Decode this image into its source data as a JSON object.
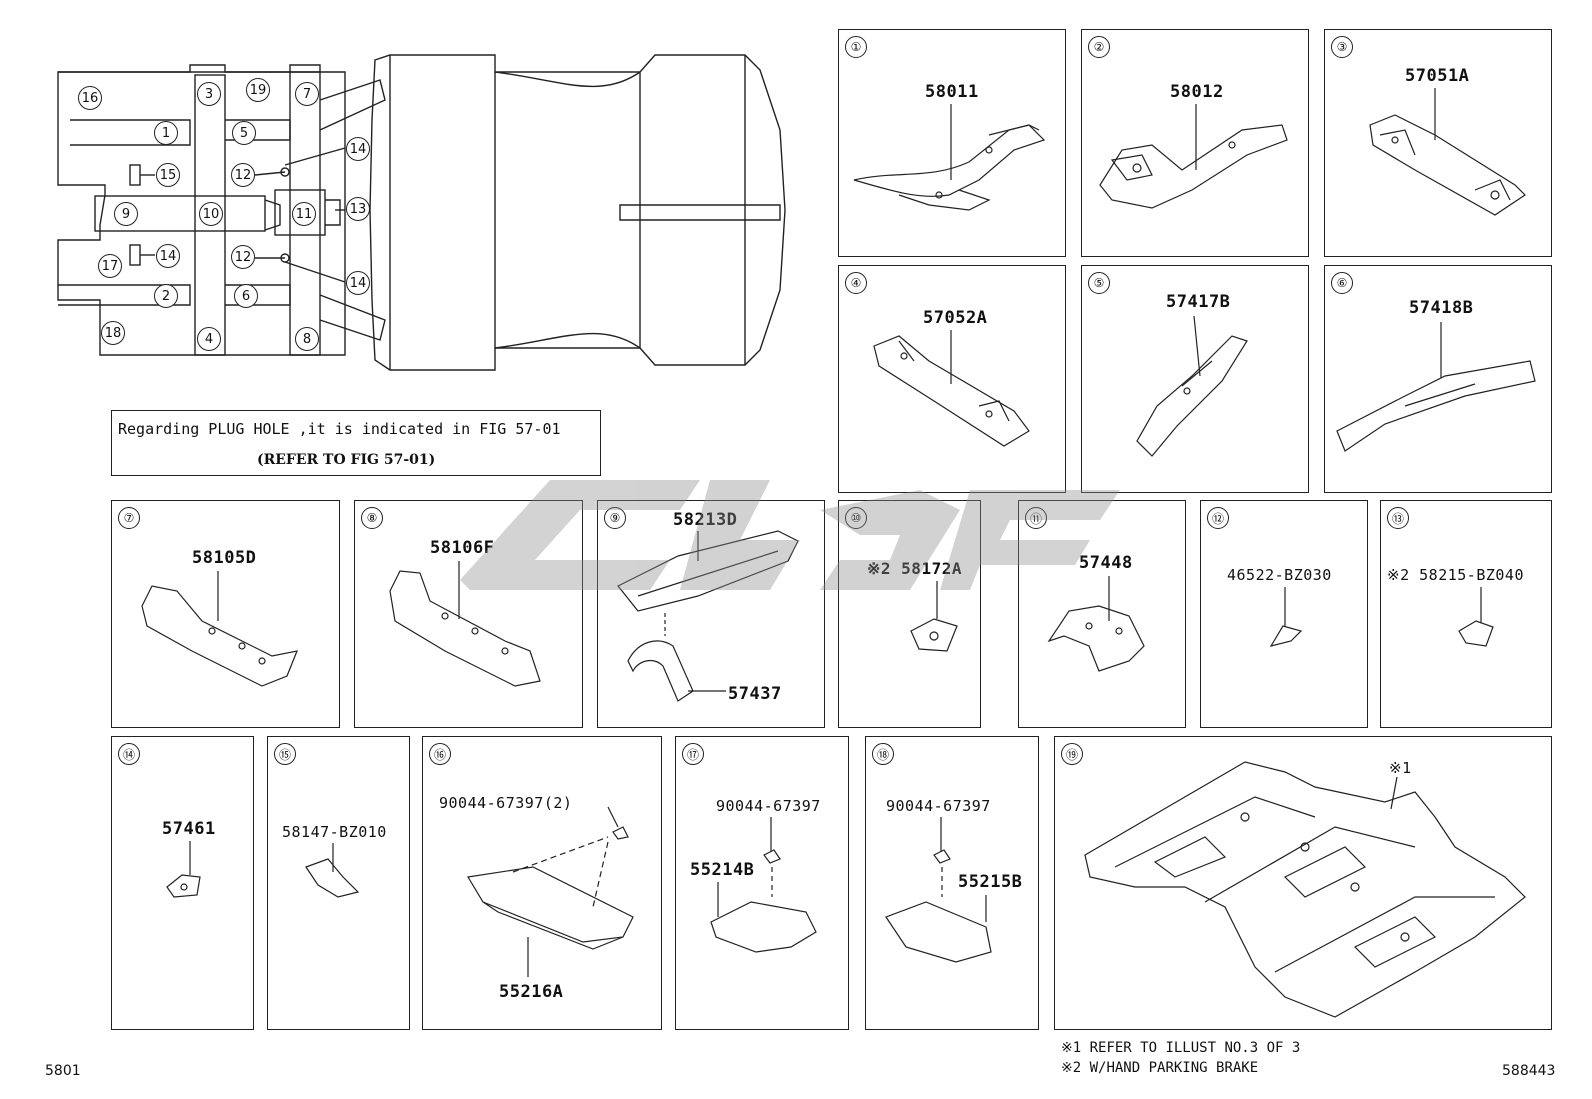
{
  "note": {
    "line1": "Regarding PLUG HOLE ,it is indicated in FIG 57-01",
    "line2": "(REFER TO FIG 57-01)"
  },
  "overview_callouts": [
    "16",
    "3",
    "19",
    "7",
    "1",
    "5",
    "14",
    "15",
    "12",
    "9",
    "10",
    "11",
    "13",
    "17",
    "14",
    "12",
    "14",
    "2",
    "6",
    "18",
    "4",
    "8"
  ],
  "panels": [
    {
      "num": "①",
      "parts": [
        "58011"
      ]
    },
    {
      "num": "②",
      "parts": [
        "58012"
      ]
    },
    {
      "num": "③",
      "parts": [
        "57051A"
      ]
    },
    {
      "num": "④",
      "parts": [
        "57052A"
      ]
    },
    {
      "num": "⑤",
      "parts": [
        "57417B"
      ]
    },
    {
      "num": "⑥",
      "parts": [
        "57418B"
      ]
    },
    {
      "num": "⑦",
      "parts": [
        "58105D"
      ]
    },
    {
      "num": "⑧",
      "parts": [
        "58106F"
      ]
    },
    {
      "num": "⑨",
      "parts": [
        "58213D",
        "57437"
      ]
    },
    {
      "num": "⑩",
      "parts": [
        "※2 58172A"
      ]
    },
    {
      "num": "⑪",
      "parts": [
        "57448"
      ]
    },
    {
      "num": "⑫",
      "parts": [
        "46522-BZ030"
      ]
    },
    {
      "num": "⑬",
      "parts": [
        "※2 58215-BZ040"
      ]
    },
    {
      "num": "⑭",
      "parts": [
        "57461"
      ]
    },
    {
      "num": "⑮",
      "parts": [
        "58147-BZ010"
      ]
    },
    {
      "num": "⑯",
      "parts": [
        "90044-67397(2)",
        "55216A"
      ]
    },
    {
      "num": "⑰",
      "parts": [
        "90044-67397",
        "55214B"
      ]
    },
    {
      "num": "⑱",
      "parts": [
        "90044-67397",
        "55215B"
      ]
    },
    {
      "num": "⑲",
      "parts": [
        "※1"
      ]
    }
  ],
  "footnotes": [
    "※1 REFER TO ILLUST NO.3 OF 3",
    "※2 W/HAND PARKING BRAKE"
  ],
  "footer": {
    "left_code": "5801",
    "right_code": "588443"
  }
}
